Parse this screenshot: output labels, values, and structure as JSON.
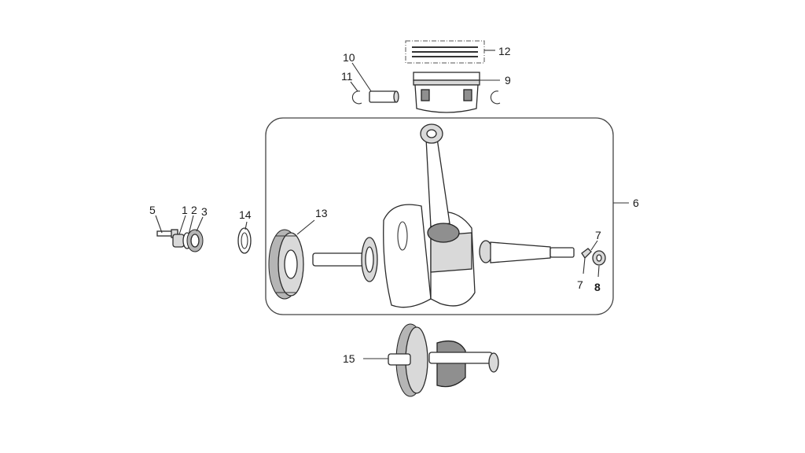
{
  "callouts": {
    "c1": "1",
    "c2": "2",
    "c3": "3",
    "c5": "5",
    "c6": "6",
    "c7a": "7",
    "c7b": "7",
    "c8": "8",
    "c9": "9",
    "c10": "10",
    "c11": "11",
    "c12": "12",
    "c13": "13",
    "c14": "14",
    "c15": "15"
  }
}
